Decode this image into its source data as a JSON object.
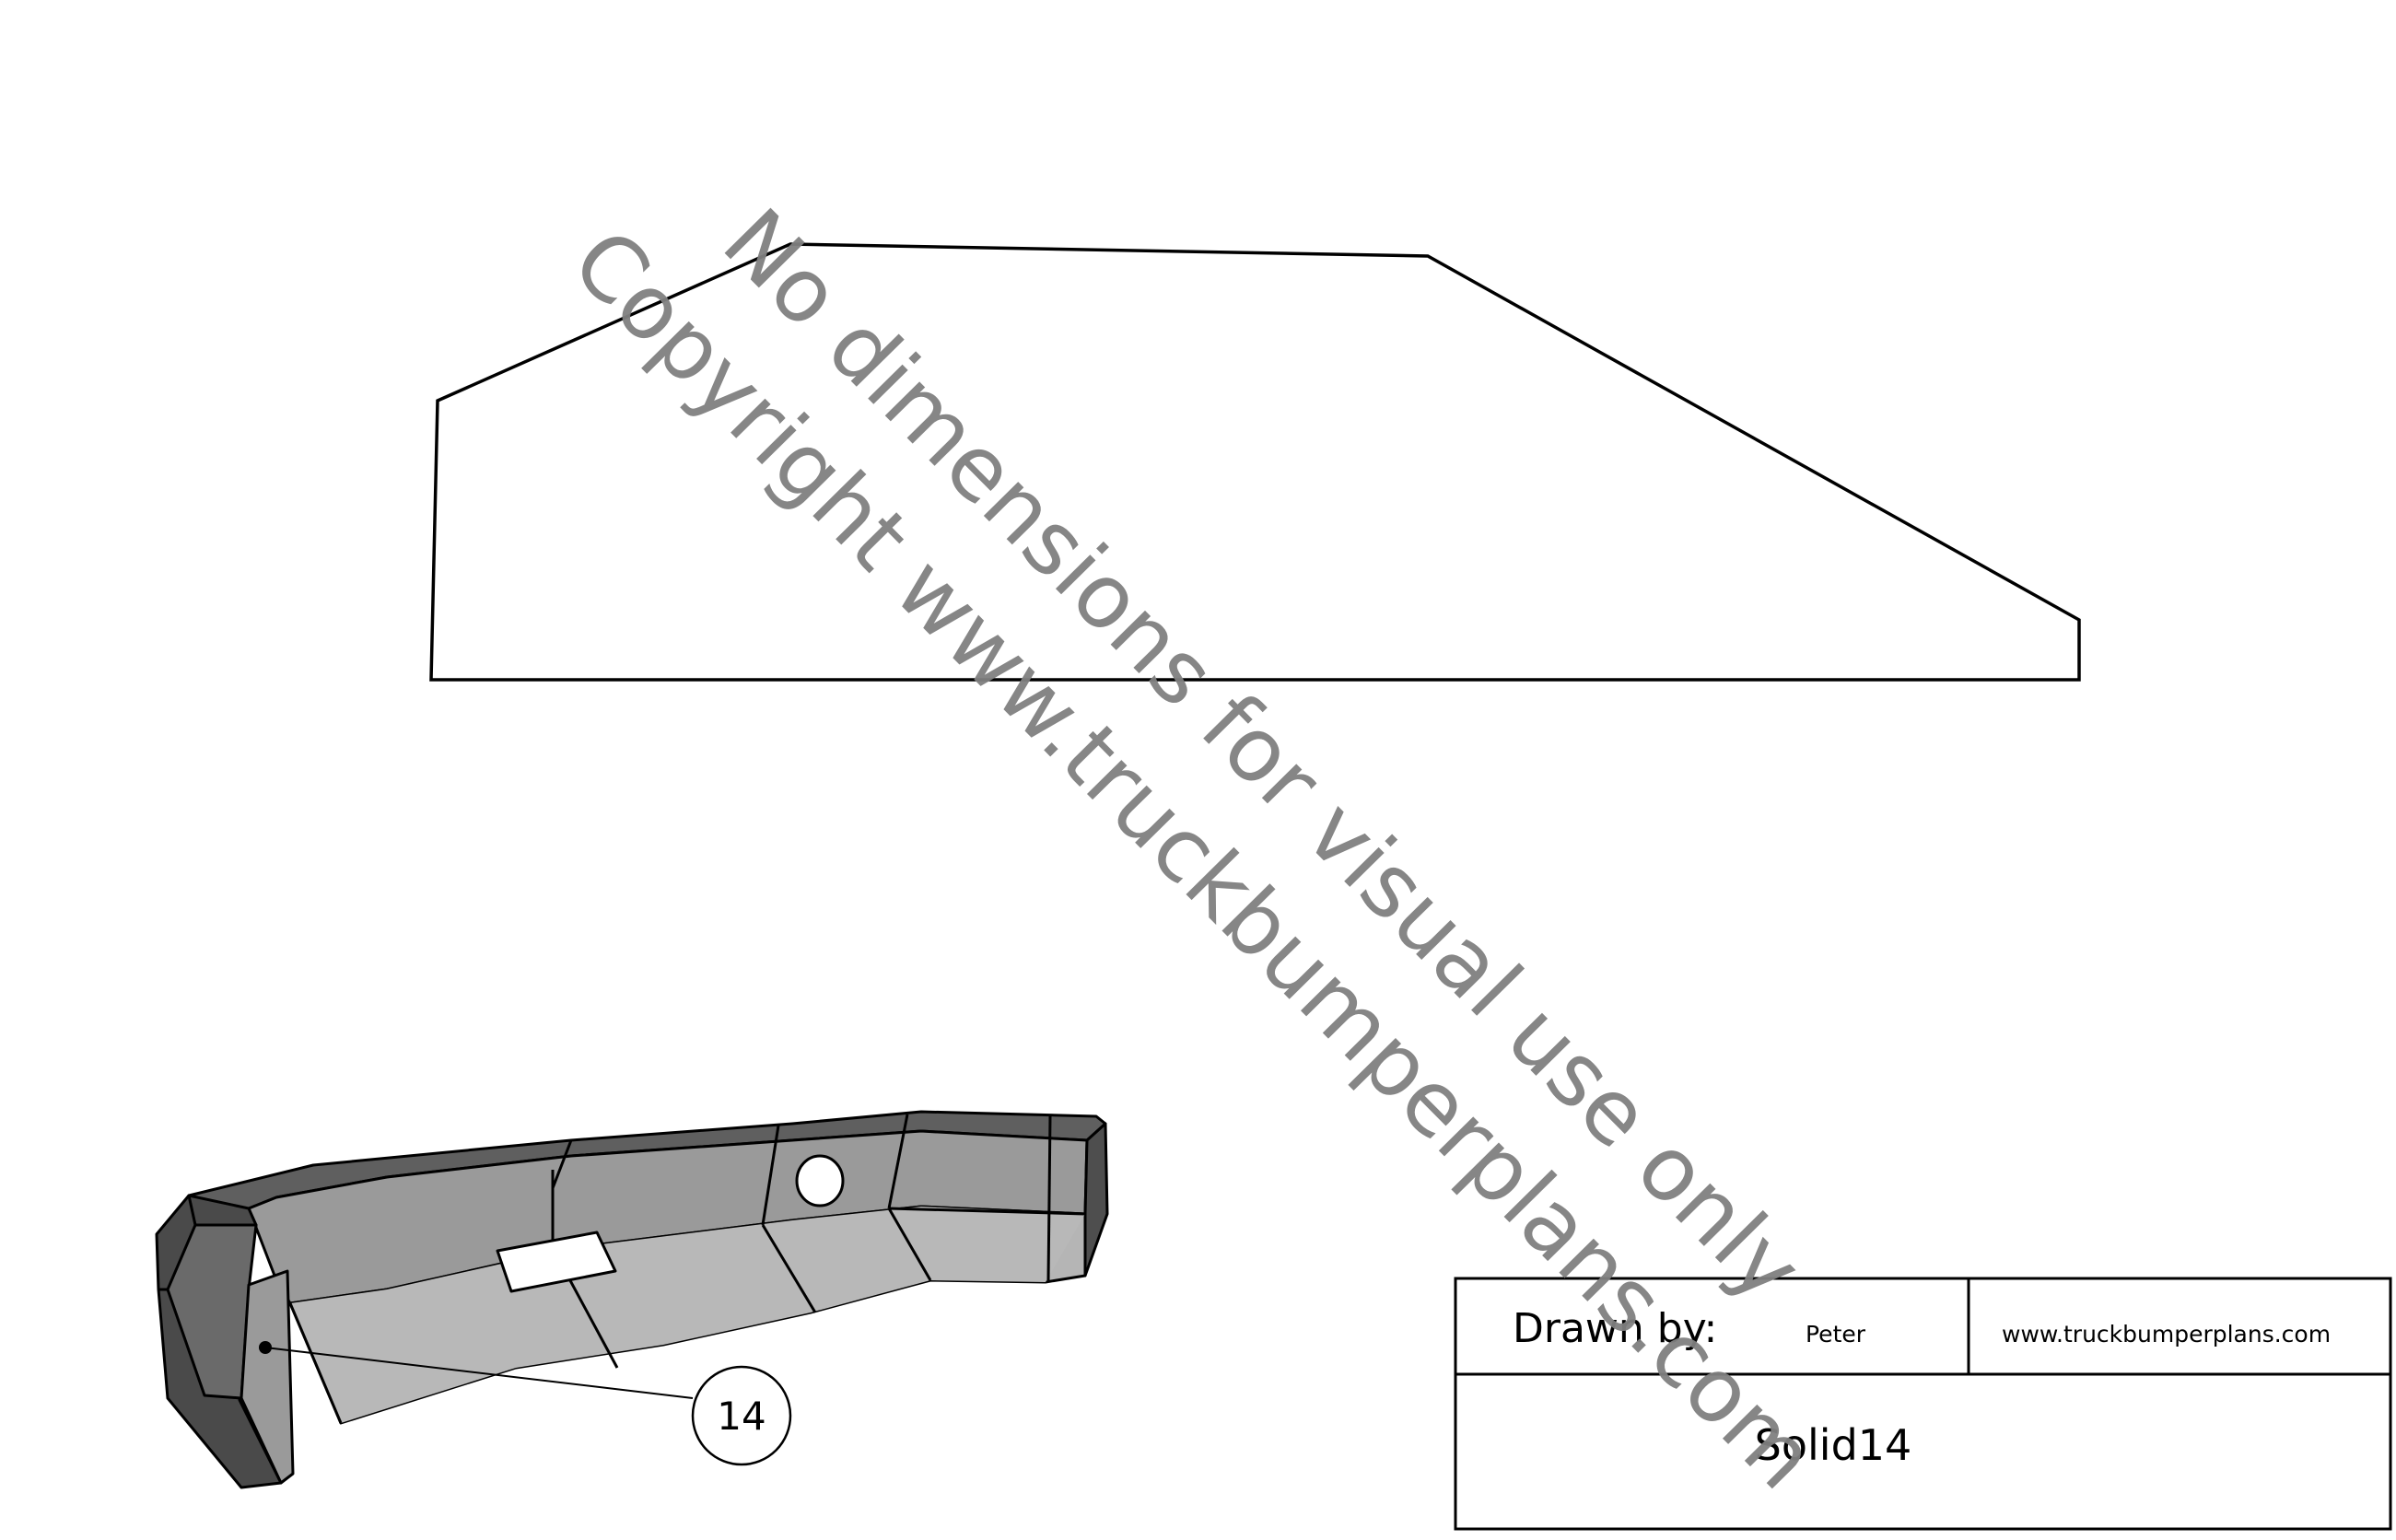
{
  "title_block": {
    "drawn_by_label": "Drawn by:",
    "drawn_by_value": "Peter",
    "website": "www.truckbumperplans.com",
    "part_name": "Solid14"
  },
  "balloon": {
    "label": "14"
  },
  "watermark": {
    "line1": "No dimensions for visual use only",
    "line2": "Copyright www.truckbumperplans.com"
  },
  "colors": {
    "line": "#000000",
    "watermark": "#808080",
    "shade_light": "#b5b5b5",
    "shade_mid": "#9a9a9a",
    "shade_dark": "#595959"
  }
}
